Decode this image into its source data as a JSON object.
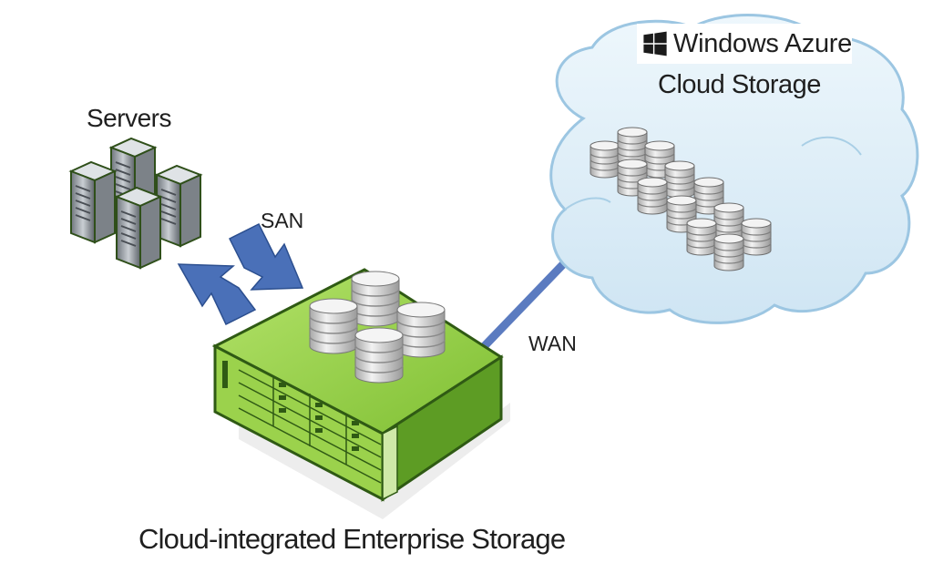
{
  "labels": {
    "servers": "Servers",
    "san": "SAN",
    "wan": "WAN",
    "cloud_brand": "Windows Azure",
    "cloud_storage": "Cloud Storage",
    "enterprise_storage": "Cloud-integrated Enterprise Storage"
  },
  "icons": {
    "servers": "server-tower-icon",
    "appliance": "storage-appliance-icon",
    "database": "database-cylinder-icon",
    "cloud": "cloud-icon",
    "brand": "windows-logo-icon"
  },
  "colors": {
    "appliance_green": "#8cc63f",
    "appliance_dark": "#3f6e1a",
    "arrow_blue": "#4a70b8",
    "wan_line": "#5b7bc0",
    "cloud_fill": "#d9ecf7",
    "cloud_stroke": "#9cc6e2",
    "disk_gray": "#d8d8d8"
  }
}
